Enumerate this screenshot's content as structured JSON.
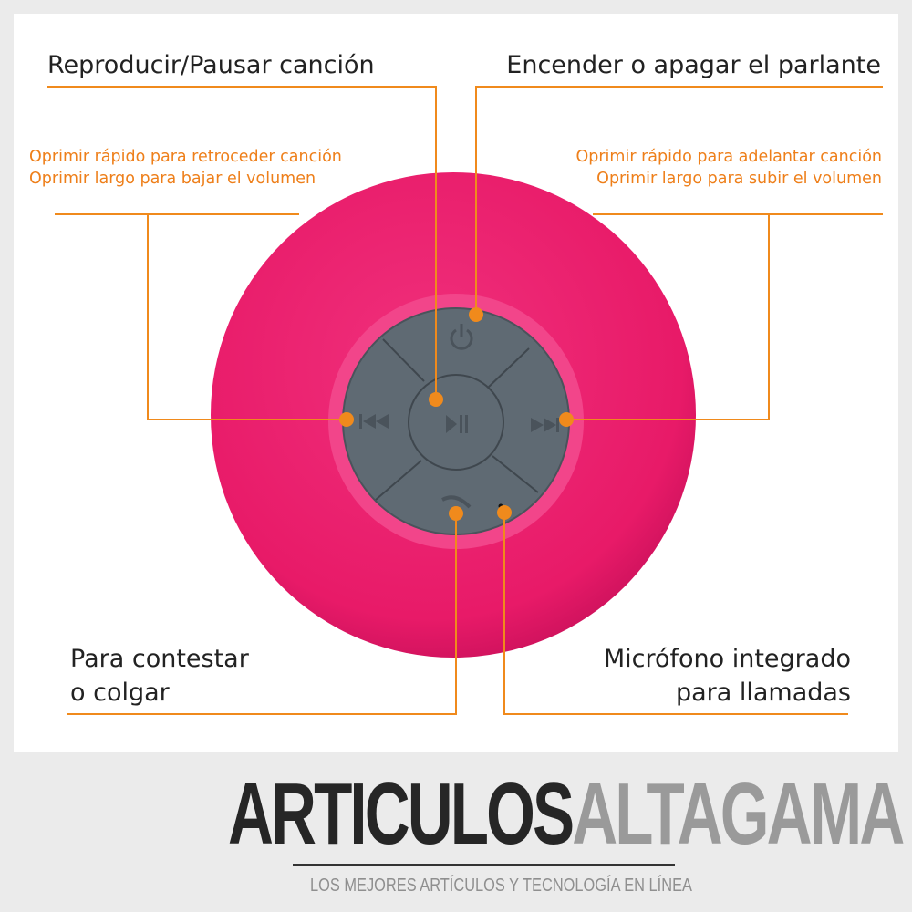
{
  "labels": {
    "play_pause": "Reproducir/Pausar canción",
    "power": "Encender o apagar el parlante",
    "prev_line1": "Oprimir rápido para retroceder canción",
    "prev_line2": "Oprimir largo para bajar el volumen",
    "next_line1": "Oprimir rápido para adelantar canción",
    "next_line2": "Oprimir largo para subir el volumen",
    "call_line1": "Para contestar",
    "call_line2": "o colgar",
    "mic_line1": "Micrófono integrado",
    "mic_line2": "para llamadas"
  },
  "brand": {
    "name_part1": "ARTICULOS",
    "name_part2": "ALTAGAMA",
    "tagline": "LOS MEJORES ARTÍCULOS Y TECNOLOGÍA EN LÍNEA"
  },
  "colors": {
    "accent": "#f08a1c",
    "speaker": "#ec1f6e",
    "buttons": "#5d6770"
  }
}
